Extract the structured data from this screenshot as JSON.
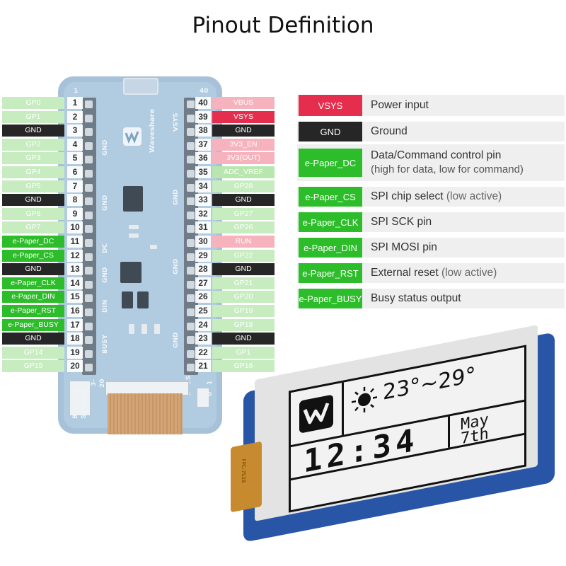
{
  "title": "Pinout Definition",
  "board": {
    "brand": "Waveshare",
    "header_top_left": "1",
    "header_top_right": "40",
    "silk_left": [
      "GND",
      "GND",
      "DC",
      "GND",
      "DIN",
      "BUSY"
    ],
    "silk_right": [
      "VSYS",
      "GND",
      "GND",
      "GND"
    ],
    "silk_bottom": [
      "BS",
      "SPI",
      "0",
      "4-line",
      "3-",
      "20",
      "BS",
      "2",
      "1",
      "0"
    ]
  },
  "left_pins": [
    {
      "num": "1",
      "label": "GP0",
      "type": "gp"
    },
    {
      "num": "2",
      "label": "GP1",
      "type": "gp"
    },
    {
      "num": "3",
      "label": "GND",
      "type": "gnd"
    },
    {
      "num": "4",
      "label": "GP2",
      "type": "gp"
    },
    {
      "num": "5",
      "label": "GP3",
      "type": "gp"
    },
    {
      "num": "6",
      "label": "GP4",
      "type": "gp"
    },
    {
      "num": "7",
      "label": "GP5",
      "type": "gp"
    },
    {
      "num": "8",
      "label": "GND",
      "type": "gnd"
    },
    {
      "num": "9",
      "label": "GP6",
      "type": "gp"
    },
    {
      "num": "10",
      "label": "GP7",
      "type": "gp"
    },
    {
      "num": "11",
      "label": "e-Paper_DC",
      "type": "epd"
    },
    {
      "num": "12",
      "label": "e-Paper_CS",
      "type": "epd"
    },
    {
      "num": "13",
      "label": "GND",
      "type": "gnd"
    },
    {
      "num": "14",
      "label": "e-Paper_CLK",
      "type": "epd"
    },
    {
      "num": "15",
      "label": "e-Paper_DIN",
      "type": "epd"
    },
    {
      "num": "16",
      "label": "e-Paper_RST",
      "type": "epd"
    },
    {
      "num": "17",
      "label": "e-Paper_BUSY",
      "type": "epd"
    },
    {
      "num": "18",
      "label": "GND",
      "type": "gnd"
    },
    {
      "num": "19",
      "label": "GP14",
      "type": "gp"
    },
    {
      "num": "20",
      "label": "GP15",
      "type": "gp"
    }
  ],
  "right_pins": [
    {
      "num": "40",
      "label": "VBUS",
      "type": "pwr"
    },
    {
      "num": "39",
      "label": "VSYS",
      "type": "vsys"
    },
    {
      "num": "38",
      "label": "GND",
      "type": "gnd"
    },
    {
      "num": "37",
      "label": "3V3_EN",
      "type": "pwr"
    },
    {
      "num": "36",
      "label": "3V3(OUT)",
      "type": "pwr"
    },
    {
      "num": "35",
      "label": "ADC_VREF",
      "type": "adc"
    },
    {
      "num": "34",
      "label": "GP28",
      "type": "gp"
    },
    {
      "num": "33",
      "label": "GND",
      "type": "gnd"
    },
    {
      "num": "32",
      "label": "GP27",
      "type": "gp"
    },
    {
      "num": "31",
      "label": "GP26",
      "type": "gp"
    },
    {
      "num": "30",
      "label": "RUN",
      "type": "pwr"
    },
    {
      "num": "29",
      "label": "GP22",
      "type": "gp"
    },
    {
      "num": "28",
      "label": "GND",
      "type": "gnd"
    },
    {
      "num": "27",
      "label": "GP21",
      "type": "gp"
    },
    {
      "num": "26",
      "label": "GP20",
      "type": "gp"
    },
    {
      "num": "25",
      "label": "GP19",
      "type": "gp"
    },
    {
      "num": "24",
      "label": "GP18",
      "type": "gp"
    },
    {
      "num": "23",
      "label": "GND",
      "type": "gnd"
    },
    {
      "num": "22",
      "label": "GP1",
      "type": "gp"
    },
    {
      "num": "21",
      "label": "GP16",
      "type": "gp"
    }
  ],
  "legend": [
    {
      "tag": "VSYS",
      "color": "#e52d4e",
      "desc": "Power input",
      "desc2": "",
      "note": ""
    },
    {
      "tag": "GND",
      "color": "#262626",
      "desc": "Ground",
      "desc2": "",
      "note": ""
    },
    {
      "tag": "e-Paper_DC",
      "color": "#2dbd2a",
      "desc": "Data/Command control pin",
      "desc2": "(high for data, low for command)",
      "note": ""
    },
    {
      "tag": "e-Paper_CS",
      "color": "#2dbd2a",
      "desc": "SPI chip select",
      "desc2": "",
      "note": "(low active)"
    },
    {
      "tag": "e-Paper_CLK",
      "color": "#2dbd2a",
      "desc": "SPI  SCK pin",
      "desc2": "",
      "note": ""
    },
    {
      "tag": "e-Paper_DIN",
      "color": "#2dbd2a",
      "desc": "SPI MOSI pin",
      "desc2": "",
      "note": ""
    },
    {
      "tag": "e-Paper_RST",
      "color": "#2dbd2a",
      "desc": "External reset",
      "desc2": "",
      "note": "(low active)"
    },
    {
      "tag": "e-Paper_BUSY",
      "color": "#2dbd2a",
      "desc": "Busy status output",
      "desc2": "",
      "note": ""
    }
  ],
  "display": {
    "temperature": "23°~29°",
    "time": "12:34",
    "month": "May",
    "day": "7th",
    "fpc_text": "FPC-7528",
    "icons": [
      "sun-icon",
      "waveshare-logo-icon"
    ]
  },
  "colors": {
    "gp": "#c6ecc0",
    "gnd": "#262626",
    "epd": "#2dbd2a",
    "power": "#f6b3bd",
    "vsys": "#e52d4e",
    "board": "#a6c1d8",
    "pcb": "#2855a6"
  }
}
